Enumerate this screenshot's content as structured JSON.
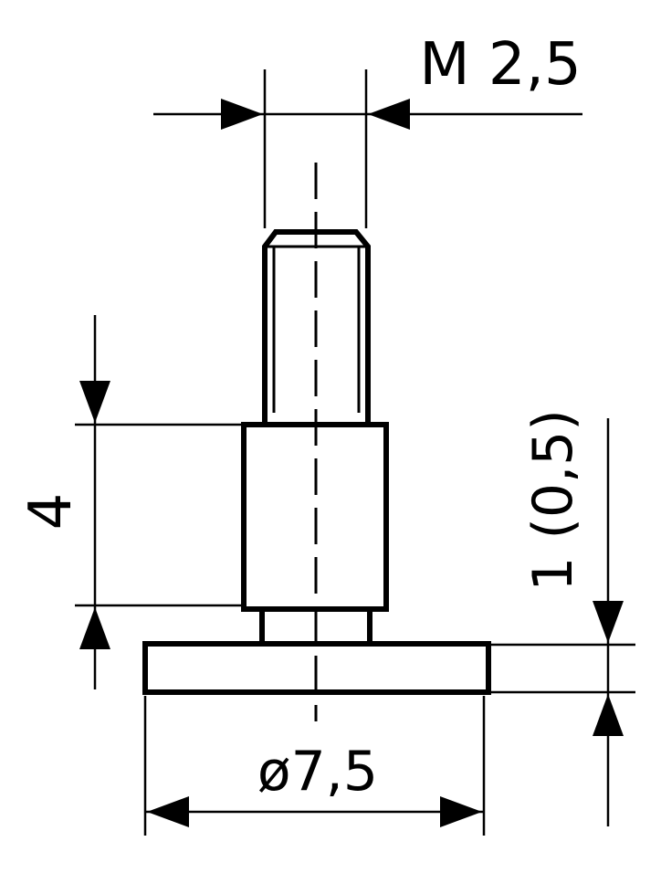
{
  "drawing": {
    "ink_color": "#000000",
    "background_color": "#ffffff",
    "labels": {
      "thread": "M 2,5",
      "shoulder_height": "4",
      "disc_thickness": "1 (0,5)",
      "disc_diameter": "ø7,5"
    }
  }
}
